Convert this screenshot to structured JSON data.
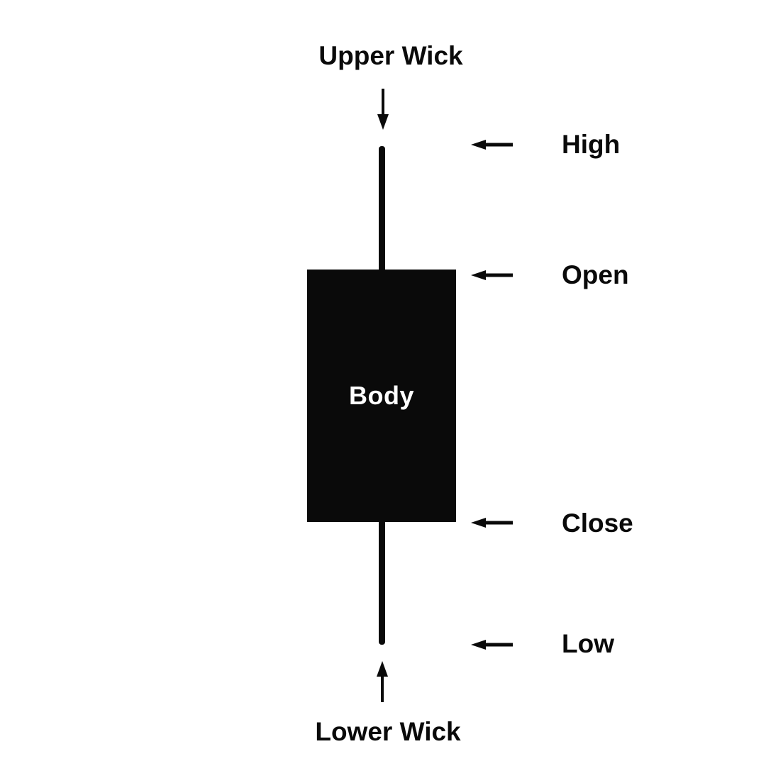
{
  "colors": {
    "bg": "#ffffff",
    "ink": "#0a0a0a",
    "body_text": "#ffffff"
  },
  "candle": {
    "body_label": "Body"
  },
  "annotations": {
    "upper_wick_label": "Upper Wick",
    "lower_wick_label": "Lower Wick",
    "right": [
      {
        "label": "High"
      },
      {
        "label": "Open"
      },
      {
        "label": "Close"
      },
      {
        "label": "Low"
      }
    ]
  }
}
